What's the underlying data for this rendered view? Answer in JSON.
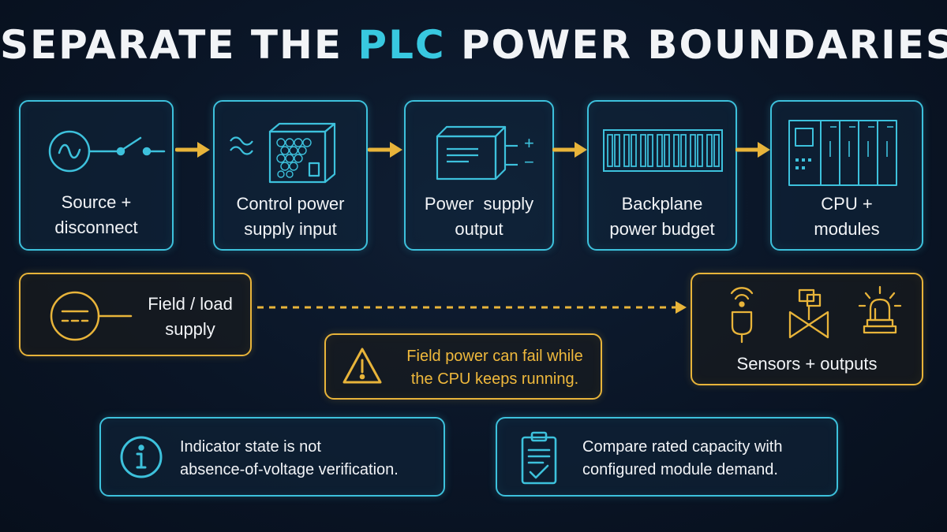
{
  "title": {
    "part1": "SEPARATE THE ",
    "accent": "PLC",
    "part2": " POWER BOUNDARIES"
  },
  "chain": [
    {
      "line1": "Source +",
      "line2": "disconnect"
    },
    {
      "line1": "Control power",
      "line2": "supply input"
    },
    {
      "line1": "Power  supply",
      "line2": "output"
    },
    {
      "line1": "Backplane",
      "line2": "power budget"
    },
    {
      "line1": "CPU +",
      "line2": "modules"
    }
  ],
  "field": {
    "line1": "Field / load",
    "line2": "supply"
  },
  "outputs": {
    "label": "Sensors + outputs"
  },
  "warning": {
    "line1": "Field power can fail while",
    "line2": "the CPU keeps running."
  },
  "notes": [
    {
      "line1": "Indicator state is not",
      "line2": "absence-of-voltage verification."
    },
    {
      "line1": "Compare rated capacity with",
      "line2": "configured module demand."
    }
  ],
  "symbols": {
    "plus": "+",
    "minus": "−"
  },
  "colors": {
    "cyan": "#3dc1dc",
    "amber": "#e8b43a",
    "title_accent": "#38c8e0",
    "background": "#0a1526"
  },
  "icons": [
    "ac-source-switch-icon",
    "power-supply-module-icon",
    "dc-output-icon",
    "backplane-slots-icon",
    "plc-rack-icon",
    "dc-supply-icon",
    "sensor-icon",
    "valve-icon",
    "beacon-icon",
    "warning-icon",
    "info-icon",
    "clipboard-check-icon"
  ]
}
